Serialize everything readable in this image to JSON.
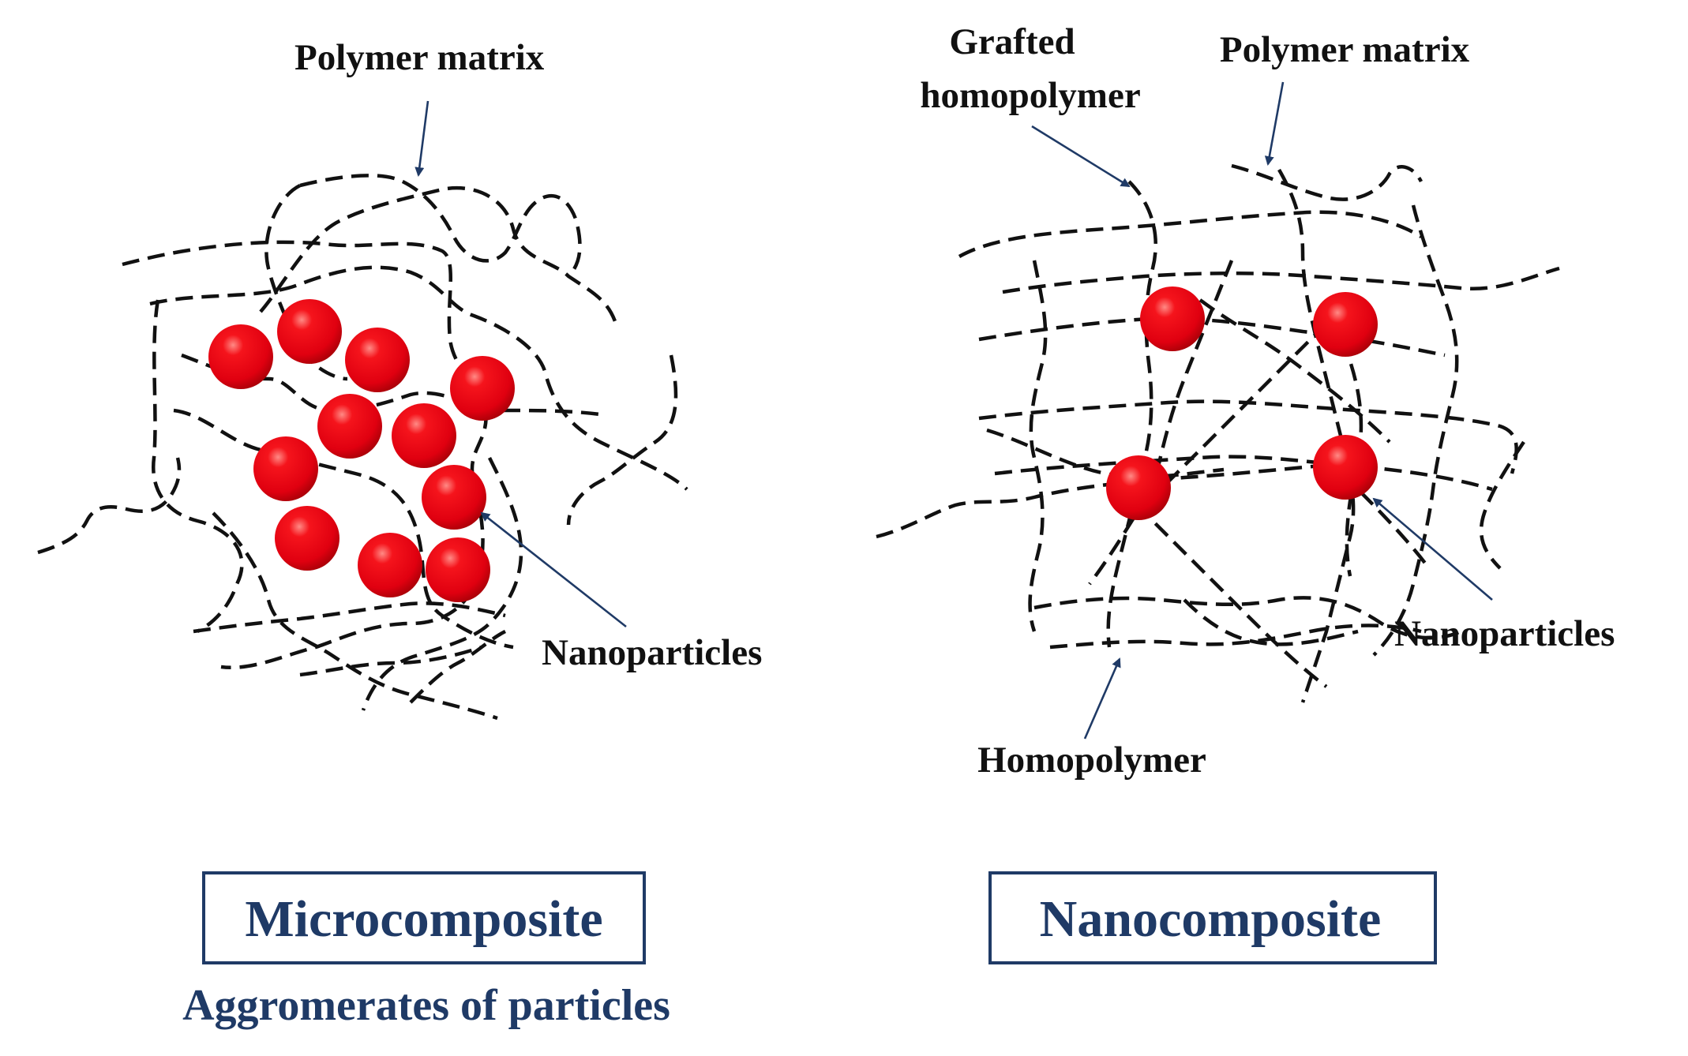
{
  "colors": {
    "particle": "#e8000e",
    "chain": "#111111",
    "accent": "#1f3a66",
    "label": "#111111"
  },
  "left": {
    "polymer_matrix_label": "Polymer matrix",
    "nanoparticles_label": "Nanoparticles",
    "title": "Microcomposite",
    "subtitle": "Aggromerates of particles"
  },
  "right": {
    "grafted_label_line1": "Grafted",
    "grafted_label_line2": "homopolymer",
    "polymer_matrix_label": "Polymer matrix",
    "nanoparticles_label": "Nanoparticles",
    "homopolymer_label": "Homopolymer",
    "title": "Nanocomposite"
  }
}
